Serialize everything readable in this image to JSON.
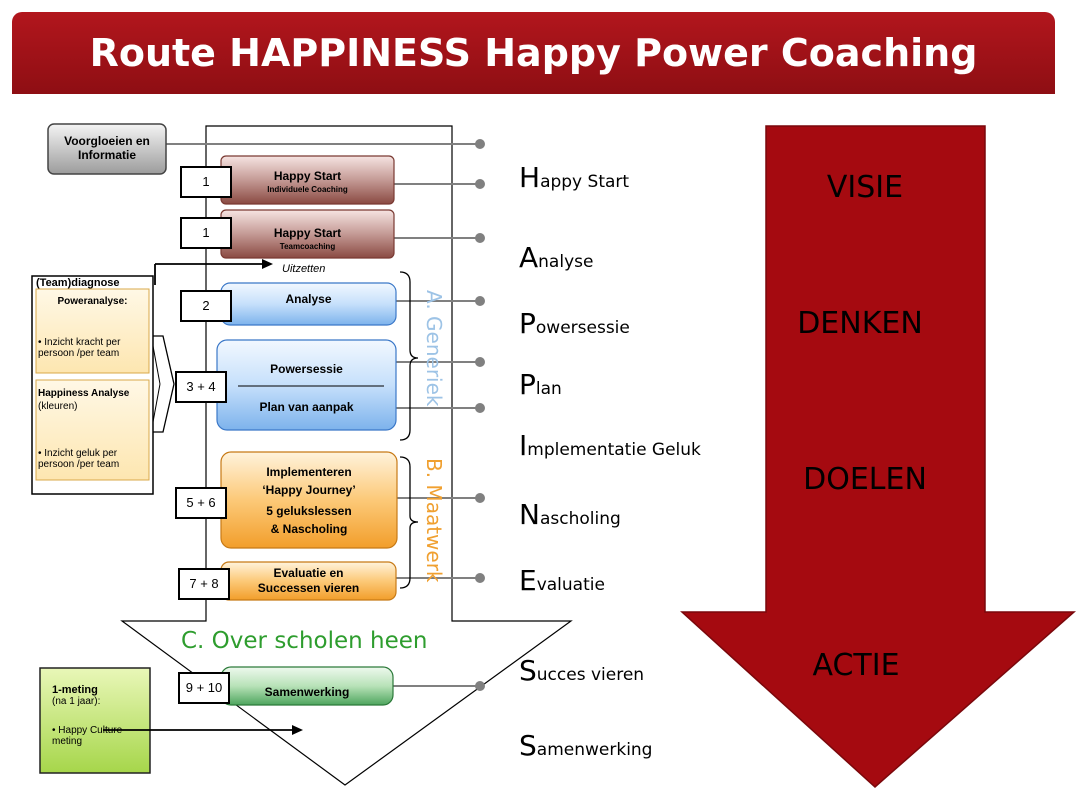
{
  "title": "Route HAPPINESS Happy Power Coaching",
  "pre_box": "Voorgloeien en Informatie",
  "steps": [
    {
      "num": "1",
      "label": "Happy Start",
      "sub": "Individuele Coaching"
    },
    {
      "num": "1",
      "label": "Happy Start",
      "sub": "Teamcoaching"
    },
    {
      "num": "2",
      "label": "Analyse"
    },
    {
      "num": "3 + 4",
      "label": "Powersessie",
      "label2": "Plan van aanpak"
    },
    {
      "num": "5 + 6",
      "lines": [
        "Implementeren",
        "‘Happy Journey’",
        "5 gelukslessen",
        "& Nascholing"
      ]
    },
    {
      "num": "7 + 8",
      "label": "Evaluatie en",
      "label2": "Successen vieren"
    },
    {
      "num": "9 + 10",
      "label": "Samenwerking"
    }
  ],
  "uitzetten": "Uitzetten",
  "side_labels": {
    "generiek": "A. Generiek",
    "maatwerk": "B. Maatwerk",
    "over_scholen": "C. Over scholen heen"
  },
  "diagnose": {
    "title": "(Team)diagnose",
    "power_title": "Poweranalyse:",
    "power_text": "• Inzicht kracht per persoon /per team",
    "happiness_title": "Happiness Analyse",
    "happiness_sub": "(kleuren)",
    "happiness_text": "• Inzicht geluk per persoon /per team"
  },
  "meting": {
    "title": "1-meting",
    "sub": "(na 1 jaar):",
    "text": "• Happy Culture meting"
  },
  "acronym": [
    {
      "first": "H",
      "rest": "appy Start"
    },
    {
      "first": "A",
      "rest": "nalyse"
    },
    {
      "first": "P",
      "rest": "owersessie"
    },
    {
      "first": "P",
      "rest": "lan"
    },
    {
      "first": "I",
      "rest": "mplementatie Geluk"
    },
    {
      "first": "N",
      "rest": "ascholing"
    },
    {
      "first": "E",
      "rest": "valuatie"
    },
    {
      "first": "S",
      "rest": "ucces vieren"
    },
    {
      "first": "S",
      "rest": "amenwerking"
    }
  ],
  "arrow_words": [
    "VISIE",
    "DENKEN",
    "DOELEN",
    "ACTIE"
  ],
  "colors": {
    "banner": "#9e1217",
    "big_arrow": "#a50a10",
    "generiek": "#9dc3e6",
    "maatwerk": "#f0a030",
    "over_scholen": "#2e9d2e"
  }
}
